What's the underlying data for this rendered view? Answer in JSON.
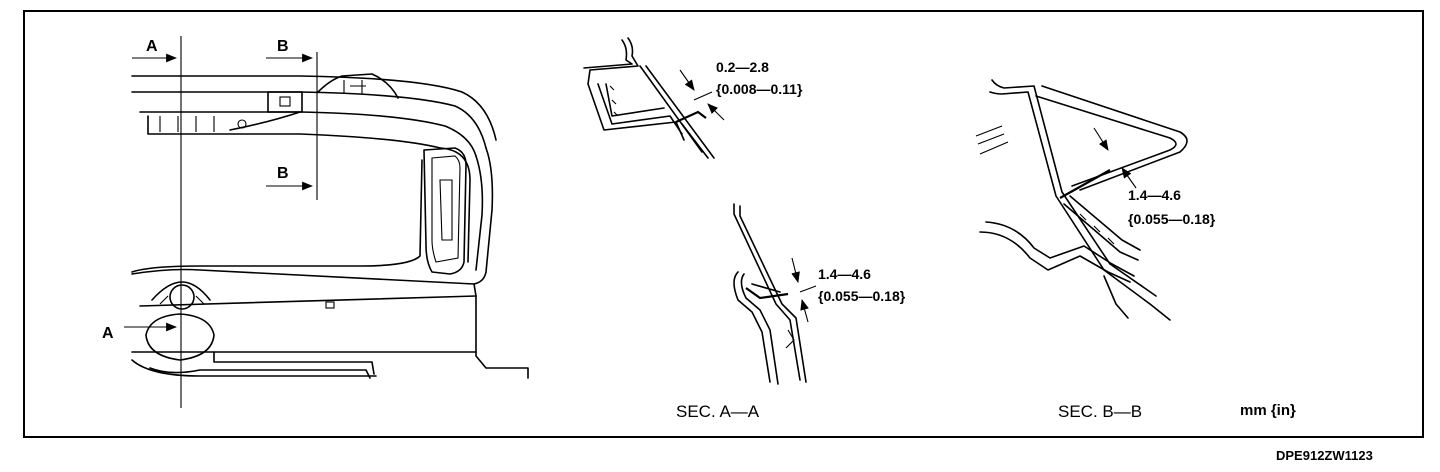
{
  "overview": {
    "label_a_top": "A",
    "label_a_bottom": "A",
    "label_b_top": "B",
    "label_b_bottom": "B"
  },
  "section_a": {
    "title": "SEC. A—A",
    "dim1_line1": "0.2—2.8",
    "dim1_line2": "{0.008—0.11}",
    "dim2_line1": "1.4—4.6",
    "dim2_line2": "{0.055—0.18}"
  },
  "section_b": {
    "title": "SEC. B—B",
    "dim_line1": "1.4—4.6",
    "dim_line2": "{0.055—0.18}"
  },
  "units": "mm {in}",
  "figure_code": "DPE912ZW1123"
}
